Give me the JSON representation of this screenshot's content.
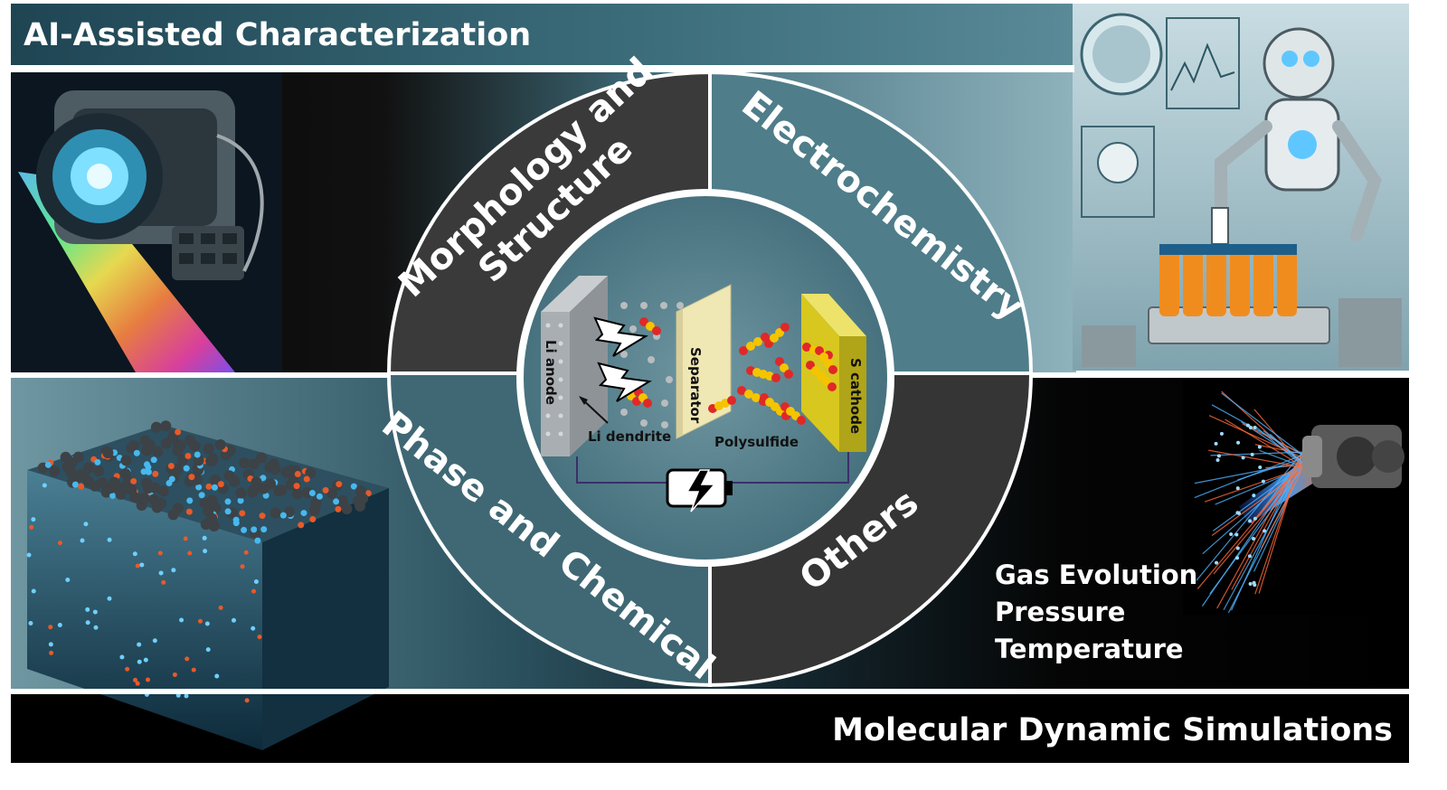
{
  "banners": {
    "top": "AI-Assisted Characterization",
    "bottom": "Molecular Dynamic Simulations"
  },
  "quadrants": {
    "top_left": [
      "Morphology and",
      "Structure"
    ],
    "top_right": "Electrochemistry",
    "bottom_left": "Phase and Chemical",
    "bottom_right": "Others"
  },
  "side_labels": [
    "Gas Evolution",
    "Pressure",
    "Temperature"
  ],
  "cell": {
    "anode": "Li anode",
    "separator": "Separator",
    "cathode": "S cathode",
    "dendrite": "Li dendrite",
    "polysulfide": "Polysulfide"
  },
  "icons": [
    "camera-illustration",
    "robot-illustration",
    "molecular-cube-illustration",
    "light-beam-illustration",
    "lightning-icon",
    "battery-charging-icon"
  ],
  "colors": {
    "teal_dark": "#2e5a68",
    "teal_mid": "#4a7a88",
    "charcoal": "#3a3a3a",
    "black": "#050505",
    "gold": "#e0c21a",
    "sulfur": "#f5c400",
    "lithium": "#e02828"
  }
}
